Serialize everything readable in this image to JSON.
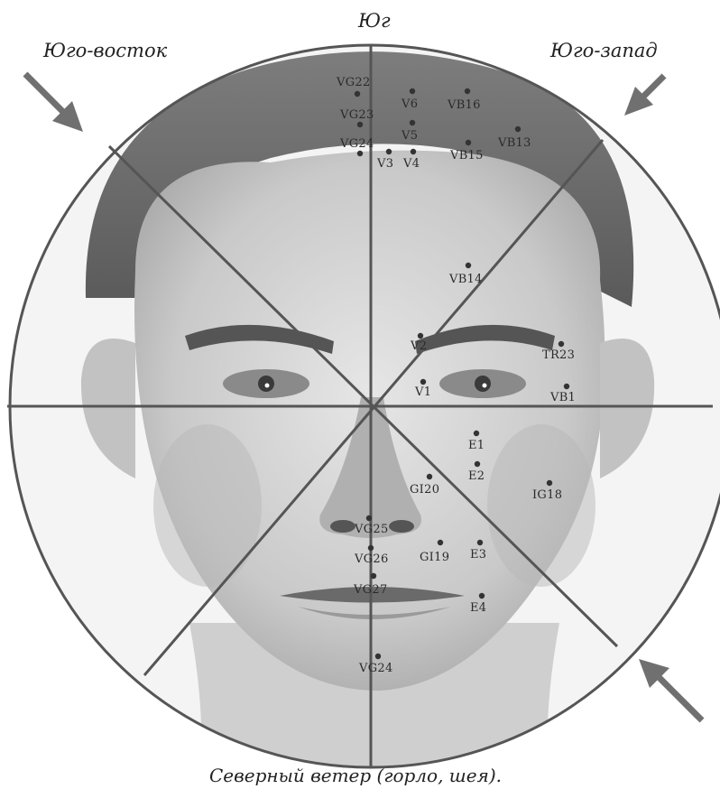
{
  "directions": {
    "south": "Юг",
    "southeast": "Юго-восток",
    "southwest": "Юго-запад"
  },
  "caption": "Северный ветер (горло, шея).",
  "points": {
    "vg22": "VG22",
    "vg23": "VG23",
    "vg24": "VG24",
    "v6": "V6",
    "v5": "V5",
    "v4": "V4",
    "v3": "V3",
    "vb16": "VB16",
    "vb15": "VB15",
    "vb13": "VB13",
    "vb14": "VB14",
    "v2": "V2",
    "v1": "V1",
    "tr23": "TR23",
    "vb1": "VB1",
    "e1": "E1",
    "e2": "E2",
    "e3": "E3",
    "e4": "E4",
    "gi20": "GI20",
    "gi19": "GI19",
    "ig18": "IG18",
    "vg25": "VG25",
    "vg26": "VG26",
    "vg27": "VG27",
    "vg24b": "VG24"
  },
  "colors": {
    "line": "#555555",
    "face_shade": "#bdbdbd",
    "arrow": "#707070"
  }
}
